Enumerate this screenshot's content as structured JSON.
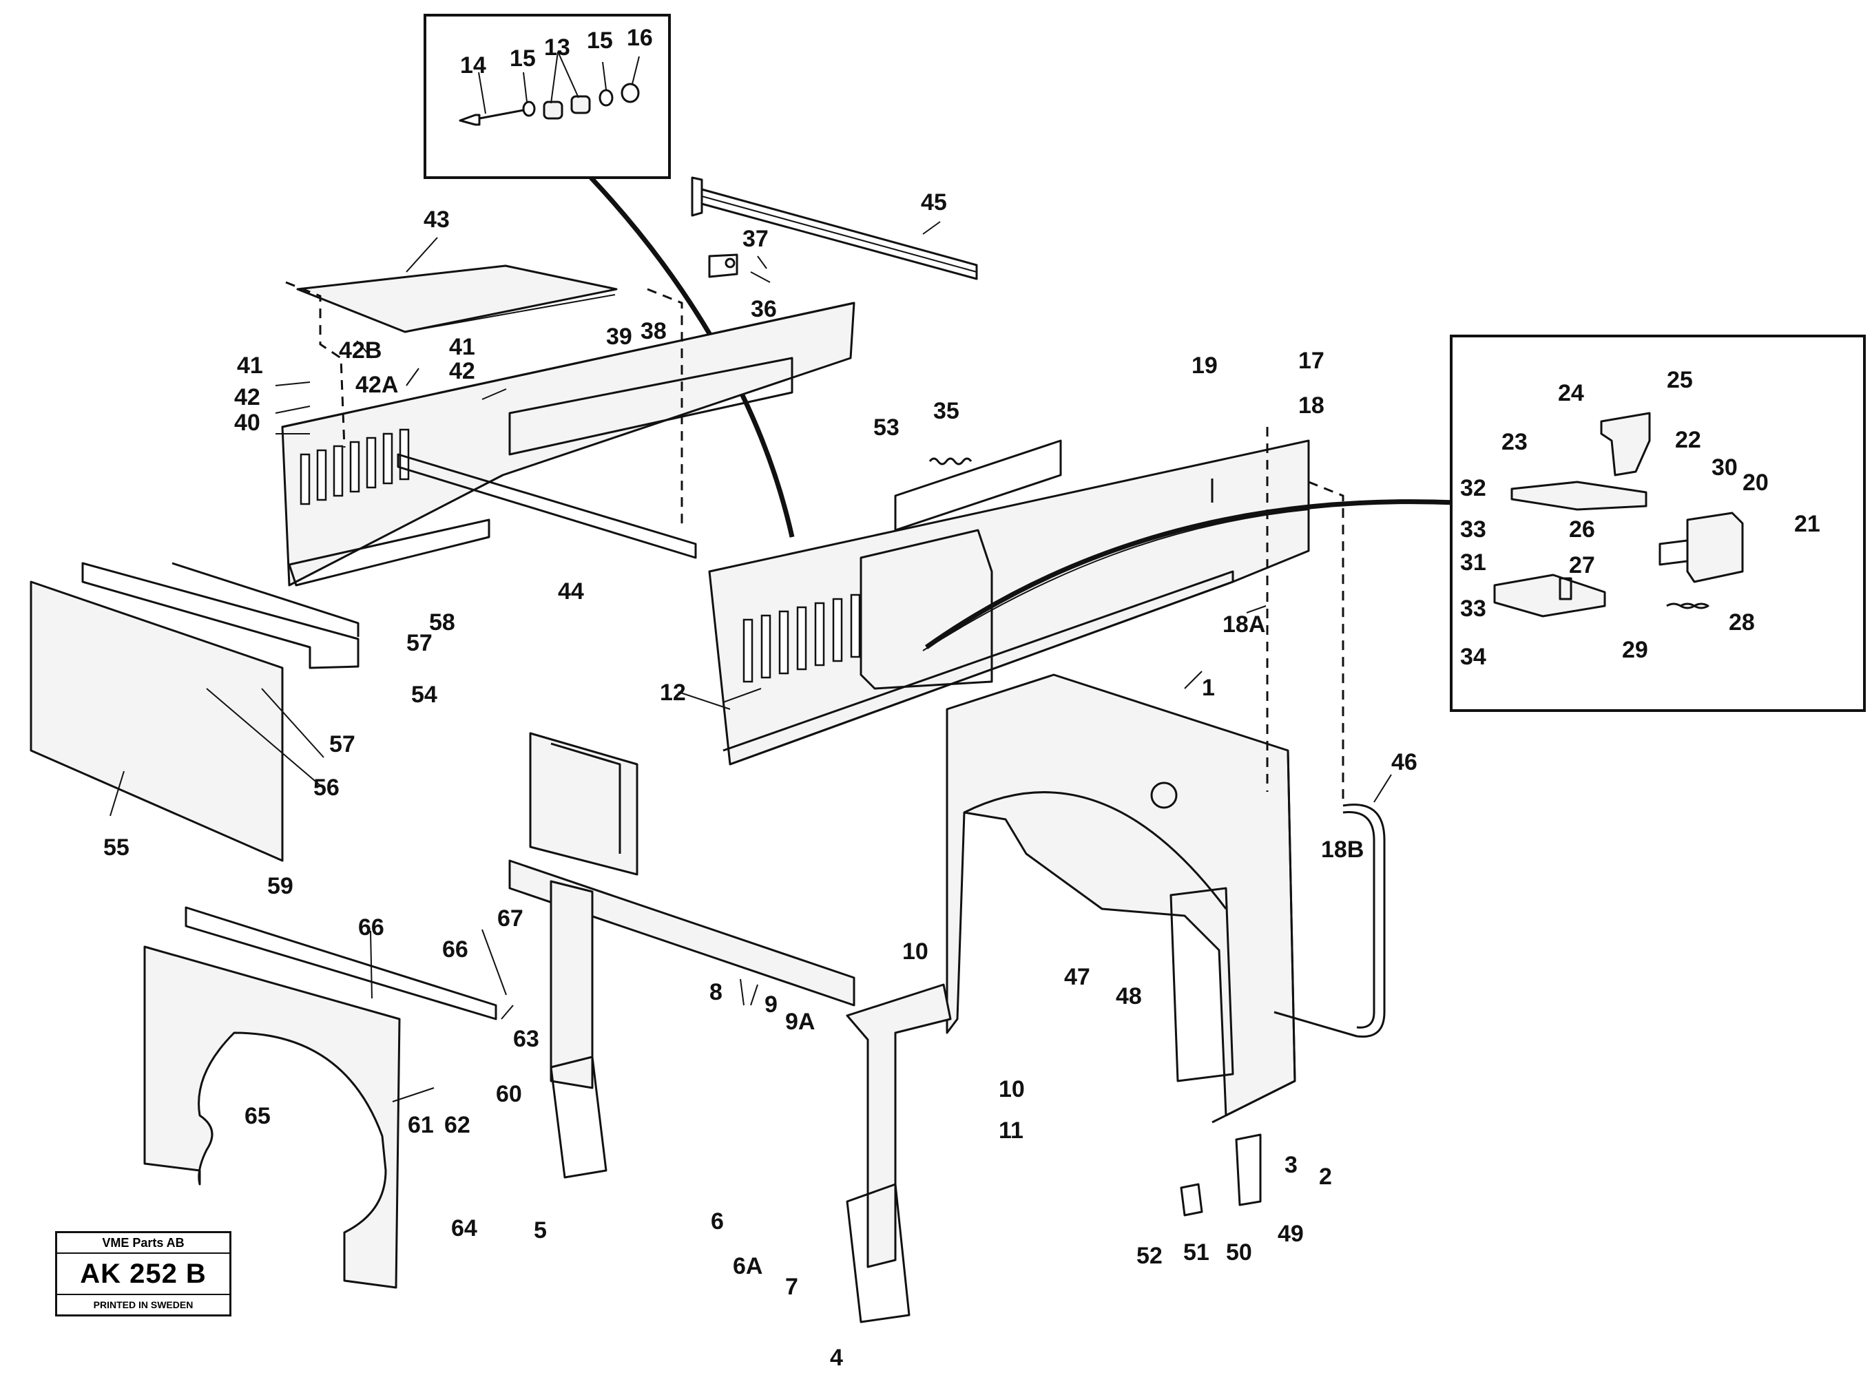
{
  "stamp": {
    "company": "VME Parts AB",
    "code": "AK 252 B",
    "printed": "PRINTED IN SWEDEN"
  },
  "callouts": [
    "14",
    "15",
    "13",
    "15",
    "16",
    "45",
    "37",
    "36",
    "43",
    "39",
    "38",
    "42B",
    "41",
    "41",
    "42",
    "42A",
    "42",
    "40",
    "19",
    "17",
    "18",
    "53",
    "35",
    "58",
    "57",
    "54",
    "44",
    "57",
    "56",
    "55",
    "12",
    "18A",
    "1",
    "46",
    "18B",
    "59",
    "66",
    "66",
    "67",
    "63",
    "60",
    "65",
    "61",
    "62",
    "64",
    "5",
    "8",
    "9",
    "9A",
    "10",
    "10",
    "11",
    "47",
    "48",
    "6",
    "6A",
    "7",
    "4",
    "3",
    "2",
    "49",
    "50",
    "51",
    "52",
    "24",
    "25",
    "23",
    "22",
    "30",
    "20",
    "32",
    "26",
    "21",
    "33",
    "27",
    "31",
    "33",
    "28",
    "29",
    "34"
  ]
}
